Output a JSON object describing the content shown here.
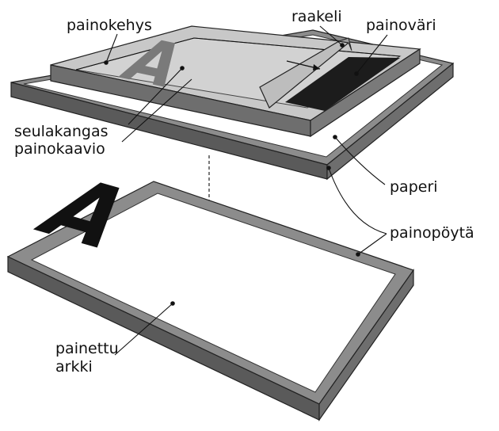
{
  "labels": {
    "frame": "painokehys",
    "squeegee": "raakeli",
    "ink": "painoväri",
    "mesh_line1": "seulakangas",
    "mesh_line2": "painokaavio",
    "paper": "paperi",
    "table": "painopöytä",
    "printed_line1": "painettu",
    "printed_line2": "arkki"
  },
  "glyph": "A",
  "colors": {
    "frame_top": "#c8c8c8",
    "frame_side": "#6e6e6e",
    "mesh": "#d2d2d2",
    "ink": "#1c1c1c",
    "table_top": "#8c8c8c",
    "table_side": "#5a5a5a",
    "sheet": "#ffffff"
  }
}
